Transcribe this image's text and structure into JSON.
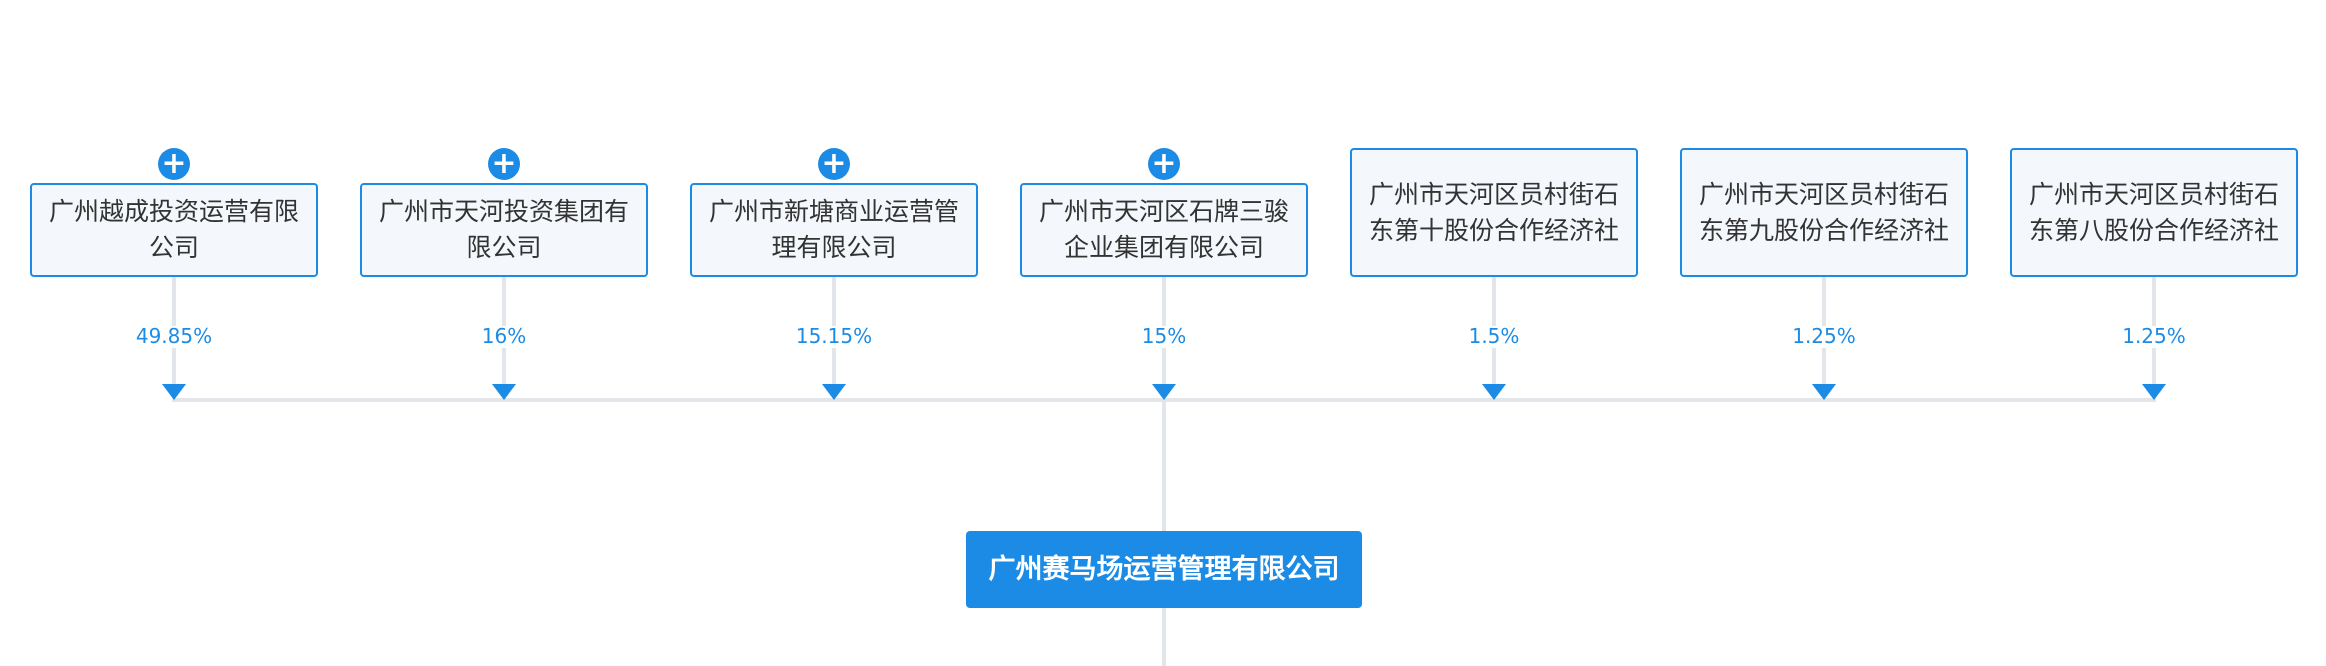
{
  "shareholders": [
    {
      "name": "广州越成投资运营有限公司",
      "percent": "49.85%",
      "expandable": true
    },
    {
      "name": "广州市天河投资集团有限公司",
      "percent": "16%",
      "expandable": true
    },
    {
      "name": "广州市新塘商业运营管理有限公司",
      "percent": "15.15%",
      "expandable": true
    },
    {
      "name": "广州市天河区石牌三骏企业集团有限公司",
      "percent": "15%",
      "expandable": true
    },
    {
      "name": "广州市天河区员村街石东第十股份合作经济社",
      "percent": "1.5%",
      "expandable": false
    },
    {
      "name": "广州市天河区员村街石东第九股份合作经济社",
      "percent": "1.25%",
      "expandable": false
    },
    {
      "name": "广州市天河区员村街石东第八股份合作经济社",
      "percent": "1.25%",
      "expandable": false
    }
  ],
  "company": {
    "name": "广州赛马场运营管理有限公司"
  },
  "expand_icon": {
    "glyph": "+",
    "name": "plus-icon"
  },
  "colors": {
    "accent": "#1c8be6",
    "node_bg": "#f4f8fc",
    "line": "#e2e6eb",
    "text": "#333333"
  }
}
